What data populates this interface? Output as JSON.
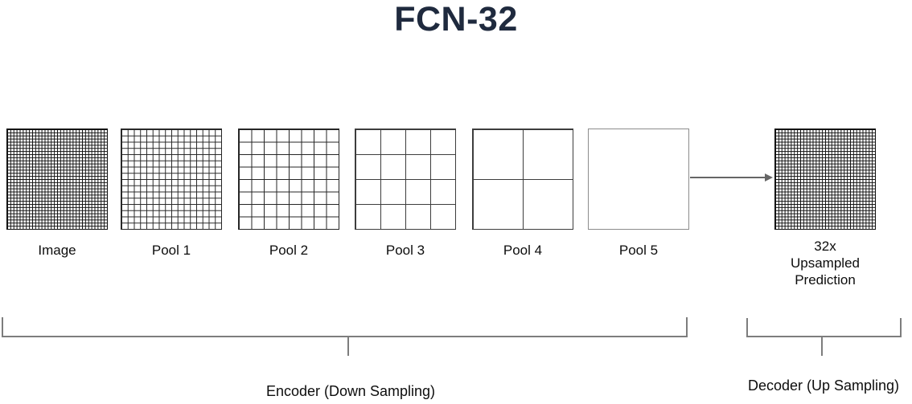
{
  "title": {
    "text": "FCN-32",
    "color": "#1f2a3e"
  },
  "stages": [
    {
      "label": "Image",
      "grid_cells": 32,
      "line_color": "#111111",
      "border_color": "#111111"
    },
    {
      "label": "Pool 1",
      "grid_cells": 16,
      "line_color": "#262626",
      "border_color": "#262626"
    },
    {
      "label": "Pool 2",
      "grid_cells": 8,
      "line_color": "#262626",
      "border_color": "#262626"
    },
    {
      "label": "Pool 3",
      "grid_cells": 4,
      "line_color": "#3d3d3d",
      "border_color": "#3d3d3d"
    },
    {
      "label": "Pool 4",
      "grid_cells": 2,
      "line_color": "#3d3d3d",
      "border_color": "#3d3d3d"
    },
    {
      "label": "Pool 5",
      "grid_cells": 1,
      "line_color": "#8c8c8c",
      "border_color": "#8c8c8c"
    },
    {
      "label": "32x\nUpsampled\nPrediction",
      "grid_cells": 32,
      "line_color": "#111111",
      "border_color": "#111111"
    }
  ],
  "arrow": {
    "color": "#666666"
  },
  "brackets": {
    "encoder": {
      "label": "Encoder (Down Sampling)",
      "color": "#7d7d7d"
    },
    "decoder": {
      "label": "Decoder (Up Sampling)",
      "color": "#7d7d7d"
    }
  },
  "text_color": "#0d0d0d"
}
